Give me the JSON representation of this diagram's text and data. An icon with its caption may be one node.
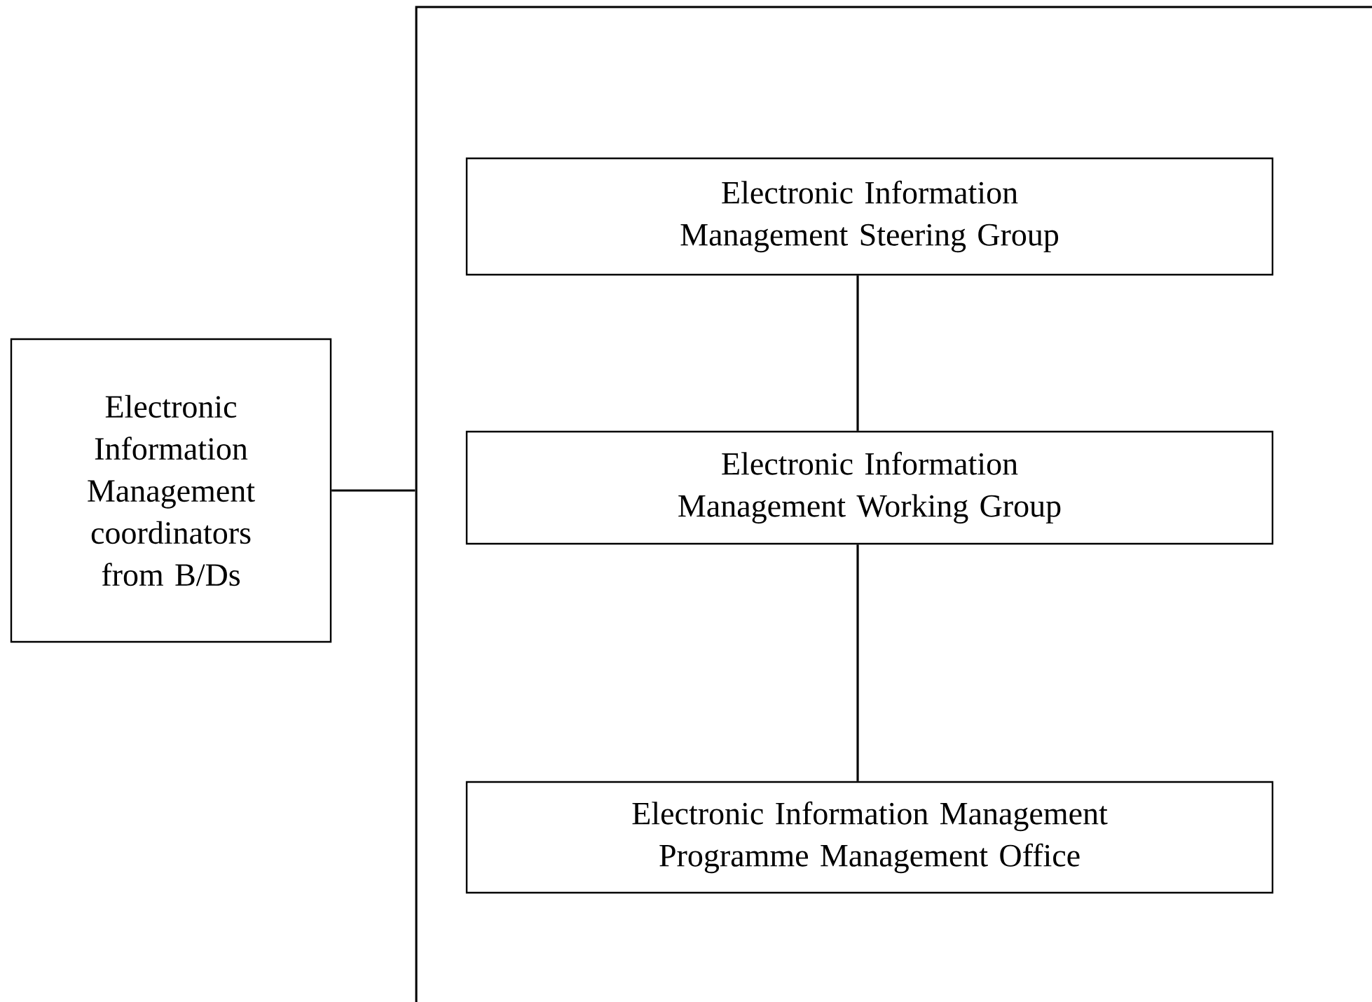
{
  "diagram": {
    "nodes": [
      {
        "text": [
          "Electronic Information Management coordinators from B/Ds"
        ]
      },
      {
        "text": [],
        "shape": "box"
      },
      {
        "text": [
          "Electronic Information Management Steering Group"
        ],
        "in": 1
      },
      {
        "text": [
          "Electronic Information Management Working Group"
        ],
        "in": 1
      },
      {
        "text": [
          "Electronic Information Management Programme Management Office"
        ],
        "in": 1
      }
    ],
    "edges": [
      {
        "from": 0,
        "to": 1,
        "arrow": "none"
      },
      {
        "from": 2,
        "to": 3,
        "arrow": "none"
      },
      {
        "from": 3,
        "to": 4,
        "arrow": "none"
      }
    ]
  }
}
